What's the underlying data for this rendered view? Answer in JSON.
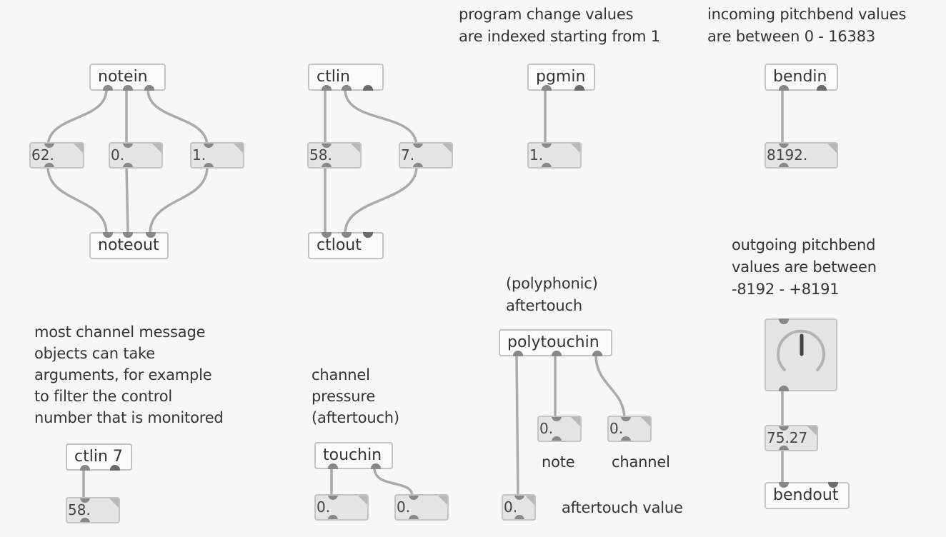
{
  "comments": {
    "program_change": "program change values\nare indexed starting from 1",
    "incoming_pitchbend": "incoming pitchbend values\nare between 0 - 16383",
    "outgoing_pitchbend": "outgoing pitchbend\nvalues are between\n-8192 - +8191",
    "polyphonic_aftertouch": "(polyphonic)\naftertouch",
    "channel_pressure": "channel\npressure\n(aftertouch)",
    "arguments": "most channel message\nobjects can take\narguments, for example\nto filter the control\nnumber that is monitored",
    "note_label": "note",
    "channel_label": "channel",
    "aftertouch_value_label": "aftertouch value"
  },
  "objects": {
    "notein": "notein",
    "noteout": "noteout",
    "ctlin": "ctlin",
    "ctlout": "ctlout",
    "pgmin": "pgmin",
    "bendin": "bendin",
    "bendout": "bendout",
    "polytouchin": "polytouchin",
    "touchin": "touchin",
    "ctlin7": "ctlin 7"
  },
  "numbers": {
    "note_pitch": "62.",
    "note_velocity": "0.",
    "note_channel": "1.",
    "ctl_value": "58.",
    "ctl_number": "7.",
    "pgm_value": "1.",
    "bend_in_value": "8192.",
    "dial_output": "75.27",
    "poly_note": "0.",
    "poly_channel": "0.",
    "poly_value": "0.",
    "touch_value": "0.",
    "touch_channel": "0.",
    "ctlin7_value": "58."
  },
  "dial": {
    "value_fraction": 0.5
  }
}
